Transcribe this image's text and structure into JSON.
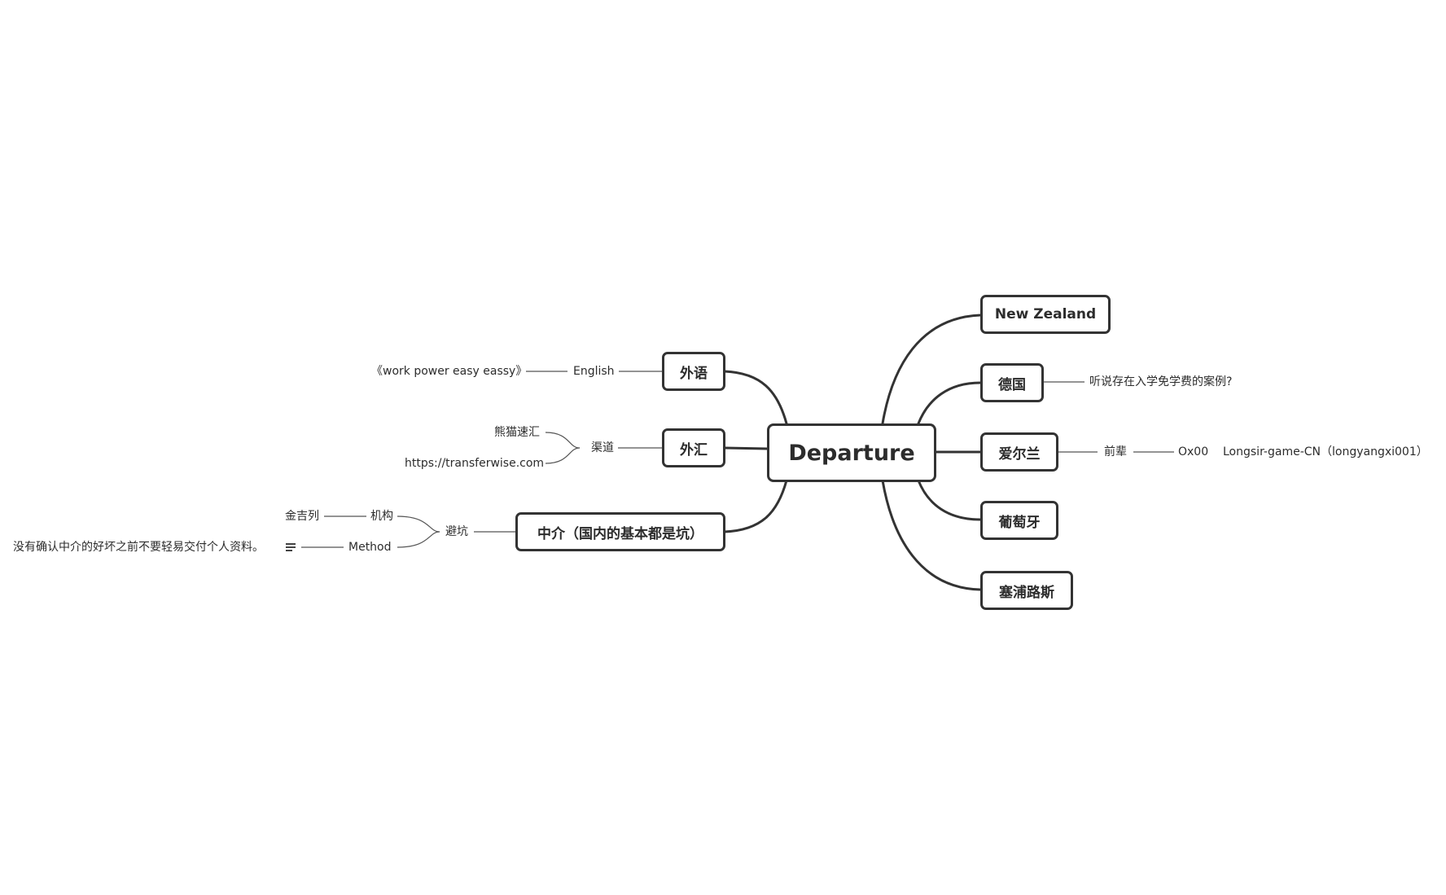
{
  "root": {
    "label": "Departure"
  },
  "right_branches": [
    {
      "label": "New Zealand"
    },
    {
      "label": "德国",
      "note": "听说存在入学免学费的案例?"
    },
    {
      "label": "爱尔兰",
      "child": "前辈",
      "grandchildren": [
        "Ox00",
        "Longsir-game-CN（longyangxi001）"
      ]
    },
    {
      "label": "葡萄牙"
    },
    {
      "label": "塞浦路斯"
    }
  ],
  "left_branches": {
    "foreign_language": {
      "label": "外语",
      "child": "English",
      "grandchild": "《work power easy eassy》"
    },
    "exchange": {
      "label": "外汇",
      "child": "渠道",
      "grandchildren": [
        "熊猫速汇",
        "https://transferwise.com"
      ]
    },
    "agency": {
      "label": "中介（国内的基本都是坑）",
      "child": "避坑",
      "grandchildren": [
        {
          "label": "机构",
          "leaf": "金吉列"
        },
        {
          "label": "Method",
          "leaf": "没有确认中介的好坏之前不要轻易交付个人资料。",
          "icon": "notes-icon"
        }
      ]
    }
  }
}
